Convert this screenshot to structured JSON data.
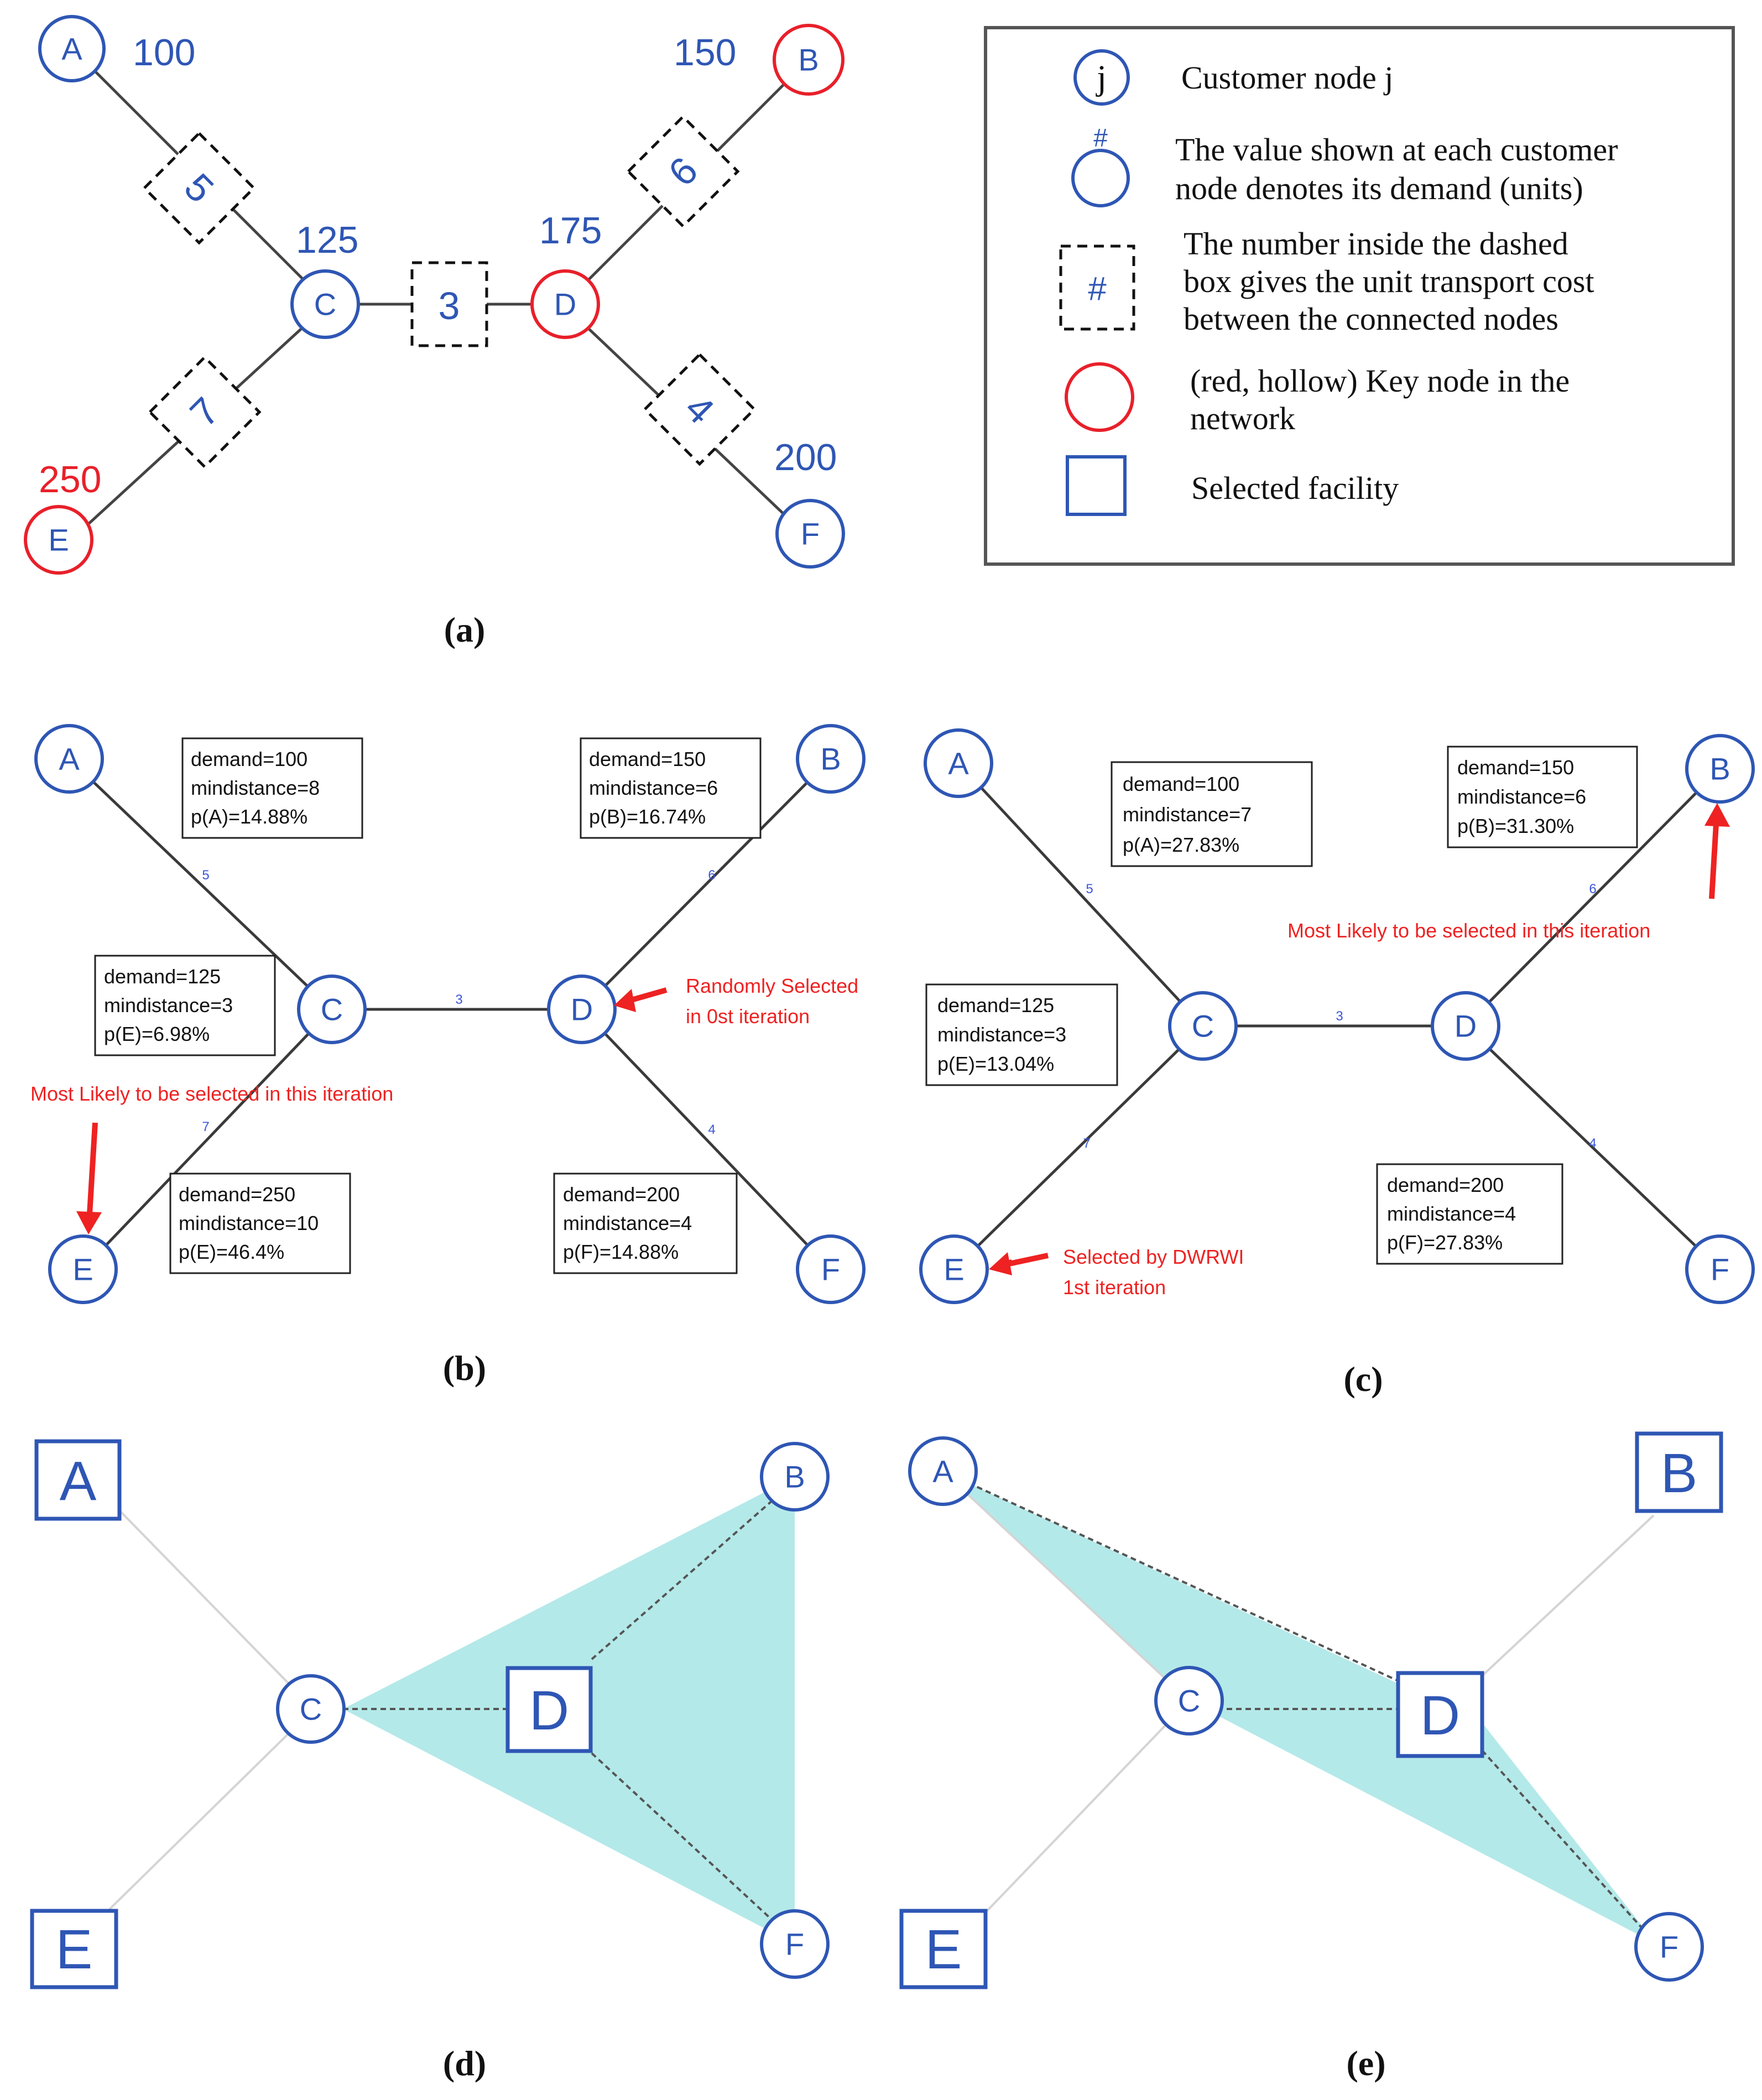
{
  "colors": {
    "node_blue": "#2e56b4",
    "key_red": "#e8202a",
    "annotation_red": "#ee2222",
    "hull_fill": "#b4e9e9",
    "edge_dark": "#444444",
    "edge_light": "#d4d4d4"
  },
  "panels": {
    "a": {
      "label": "(a)",
      "nodes": {
        "A": "A",
        "B": "B",
        "C": "C",
        "D": "D",
        "E": "E",
        "F": "F"
      },
      "demands": {
        "A": "100",
        "B": "150",
        "C": "125",
        "D": "175",
        "E": "250",
        "F": "200"
      },
      "costs": {
        "AC": "5",
        "CD": "3",
        "DB": "6",
        "DF": "4",
        "CE": "7"
      },
      "key_nodes": [
        "B",
        "D",
        "E"
      ]
    },
    "legend": {
      "customer_node_symbol": "j",
      "customer_node_text": "Customer node j",
      "demand_symbol": "#",
      "demand_text_line1": "The value shown at each customer",
      "demand_text_line2": "node denotes its demand (units)",
      "cost_symbol": "#",
      "cost_text_line1": "The number inside the dashed",
      "cost_text_line2": "box gives the unit transport cost",
      "cost_text_line3": "between the connected nodes",
      "key_text_line1": "(red, hollow)  Key node in the",
      "key_text_line2": "network",
      "facility_text": "Selected facility"
    },
    "b": {
      "label": "(b)",
      "nodes": {
        "A": "A",
        "B": "B",
        "C": "C",
        "D": "D",
        "E": "E",
        "F": "F"
      },
      "edge_costs": {
        "AC": "5",
        "CD": "3",
        "DB": "6",
        "DF": "4",
        "CE": "7"
      },
      "info_A": [
        "demand=100",
        "mindistance=8",
        "p(A)=14.88%"
      ],
      "info_B": [
        "demand=150",
        "mindistance=6",
        "p(B)=16.74%"
      ],
      "info_C": [
        "demand=125",
        "mindistance=3",
        "p(E)=6.98%"
      ],
      "info_E": [
        "demand=250",
        "mindistance=10",
        "p(E)=46.4%"
      ],
      "info_F": [
        "demand=200",
        "mindistance=4",
        "p(F)=14.88%"
      ],
      "anno_D_line1": "Randomly Selected",
      "anno_D_line2": "in 0st iteration",
      "anno_E": "Most Likely to be selected in this iteration"
    },
    "c": {
      "label": "(c)",
      "nodes": {
        "A": "A",
        "B": "B",
        "C": "C",
        "D": "D",
        "E": "E",
        "F": "F"
      },
      "edge_costs": {
        "AC": "5",
        "CD": "3",
        "DB": "6",
        "DF": "4",
        "CE": "7"
      },
      "info_A": [
        "demand=100",
        "mindistance=7",
        "p(A)=27.83%"
      ],
      "info_B": [
        "demand=150",
        "mindistance=6",
        "p(B)=31.30%"
      ],
      "info_C": [
        "demand=125",
        "mindistance=3",
        "p(E)=13.04%"
      ],
      "info_F": [
        "demand=200",
        "mindistance=4",
        "p(F)=27.83%"
      ],
      "anno_B": "Most Likely to be selected in this iteration",
      "anno_E_line1": "Selected by DWRWI",
      "anno_E_line2": "1st iteration"
    },
    "d": {
      "label": "(d)",
      "facilities": {
        "A": "A",
        "D": "D",
        "E": "E"
      },
      "nodes": {
        "B": "B",
        "C": "C",
        "F": "F"
      }
    },
    "e": {
      "label": "(e)",
      "facilities": {
        "B": "B",
        "D": "D",
        "E": "E"
      },
      "nodes": {
        "A": "A",
        "C": "C",
        "F": "F"
      }
    }
  }
}
